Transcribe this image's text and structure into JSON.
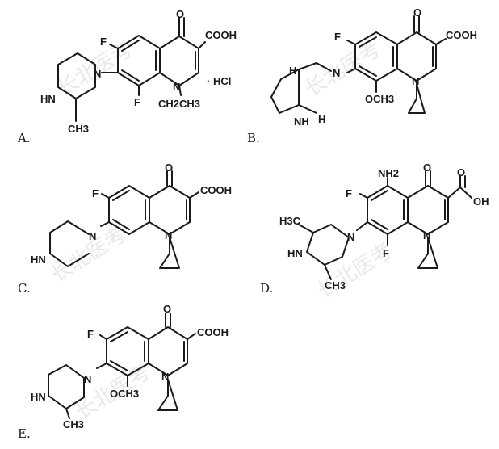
{
  "watermark": "长北医考",
  "options": [
    {
      "label": "A.",
      "atoms": {
        "o": "O",
        "cooh": "COOH",
        "f1": "F",
        "f2": "F",
        "n_ring": "N",
        "n_pip": "N",
        "nh": "HN",
        "ch3": "CH3",
        "ethyl": "CH2CH3",
        "salt": "· HCl"
      }
    },
    {
      "label": "B.",
      "atoms": {
        "o": "O",
        "cooh": "COOH",
        "f": "F",
        "n_ring": "N",
        "n_pyr": "N",
        "nh": "NH",
        "h_top": "H",
        "h_bot": "H",
        "och3": "OCH3"
      }
    },
    {
      "label": "C.",
      "atoms": {
        "o": "O",
        "cooh": "COOH",
        "f": "F",
        "n_ring": "N",
        "n_pip": "N",
        "nh": "HN"
      }
    },
    {
      "label": "D.",
      "atoms": {
        "o": "O",
        "o2": "O",
        "oh": "OH",
        "nh2": "NH2",
        "f1": "F",
        "f2": "F",
        "n_ring": "N",
        "n_pip": "N",
        "nh": "HN",
        "ch3_a": "H3C",
        "ch3_b": "CH3"
      }
    },
    {
      "label": "E.",
      "atoms": {
        "o": "O",
        "cooh": "COOH",
        "f": "F",
        "n_ring": "N",
        "n_pip": "N",
        "nh": "HN",
        "ch3": "CH3",
        "och3": "OCH3"
      }
    }
  ]
}
